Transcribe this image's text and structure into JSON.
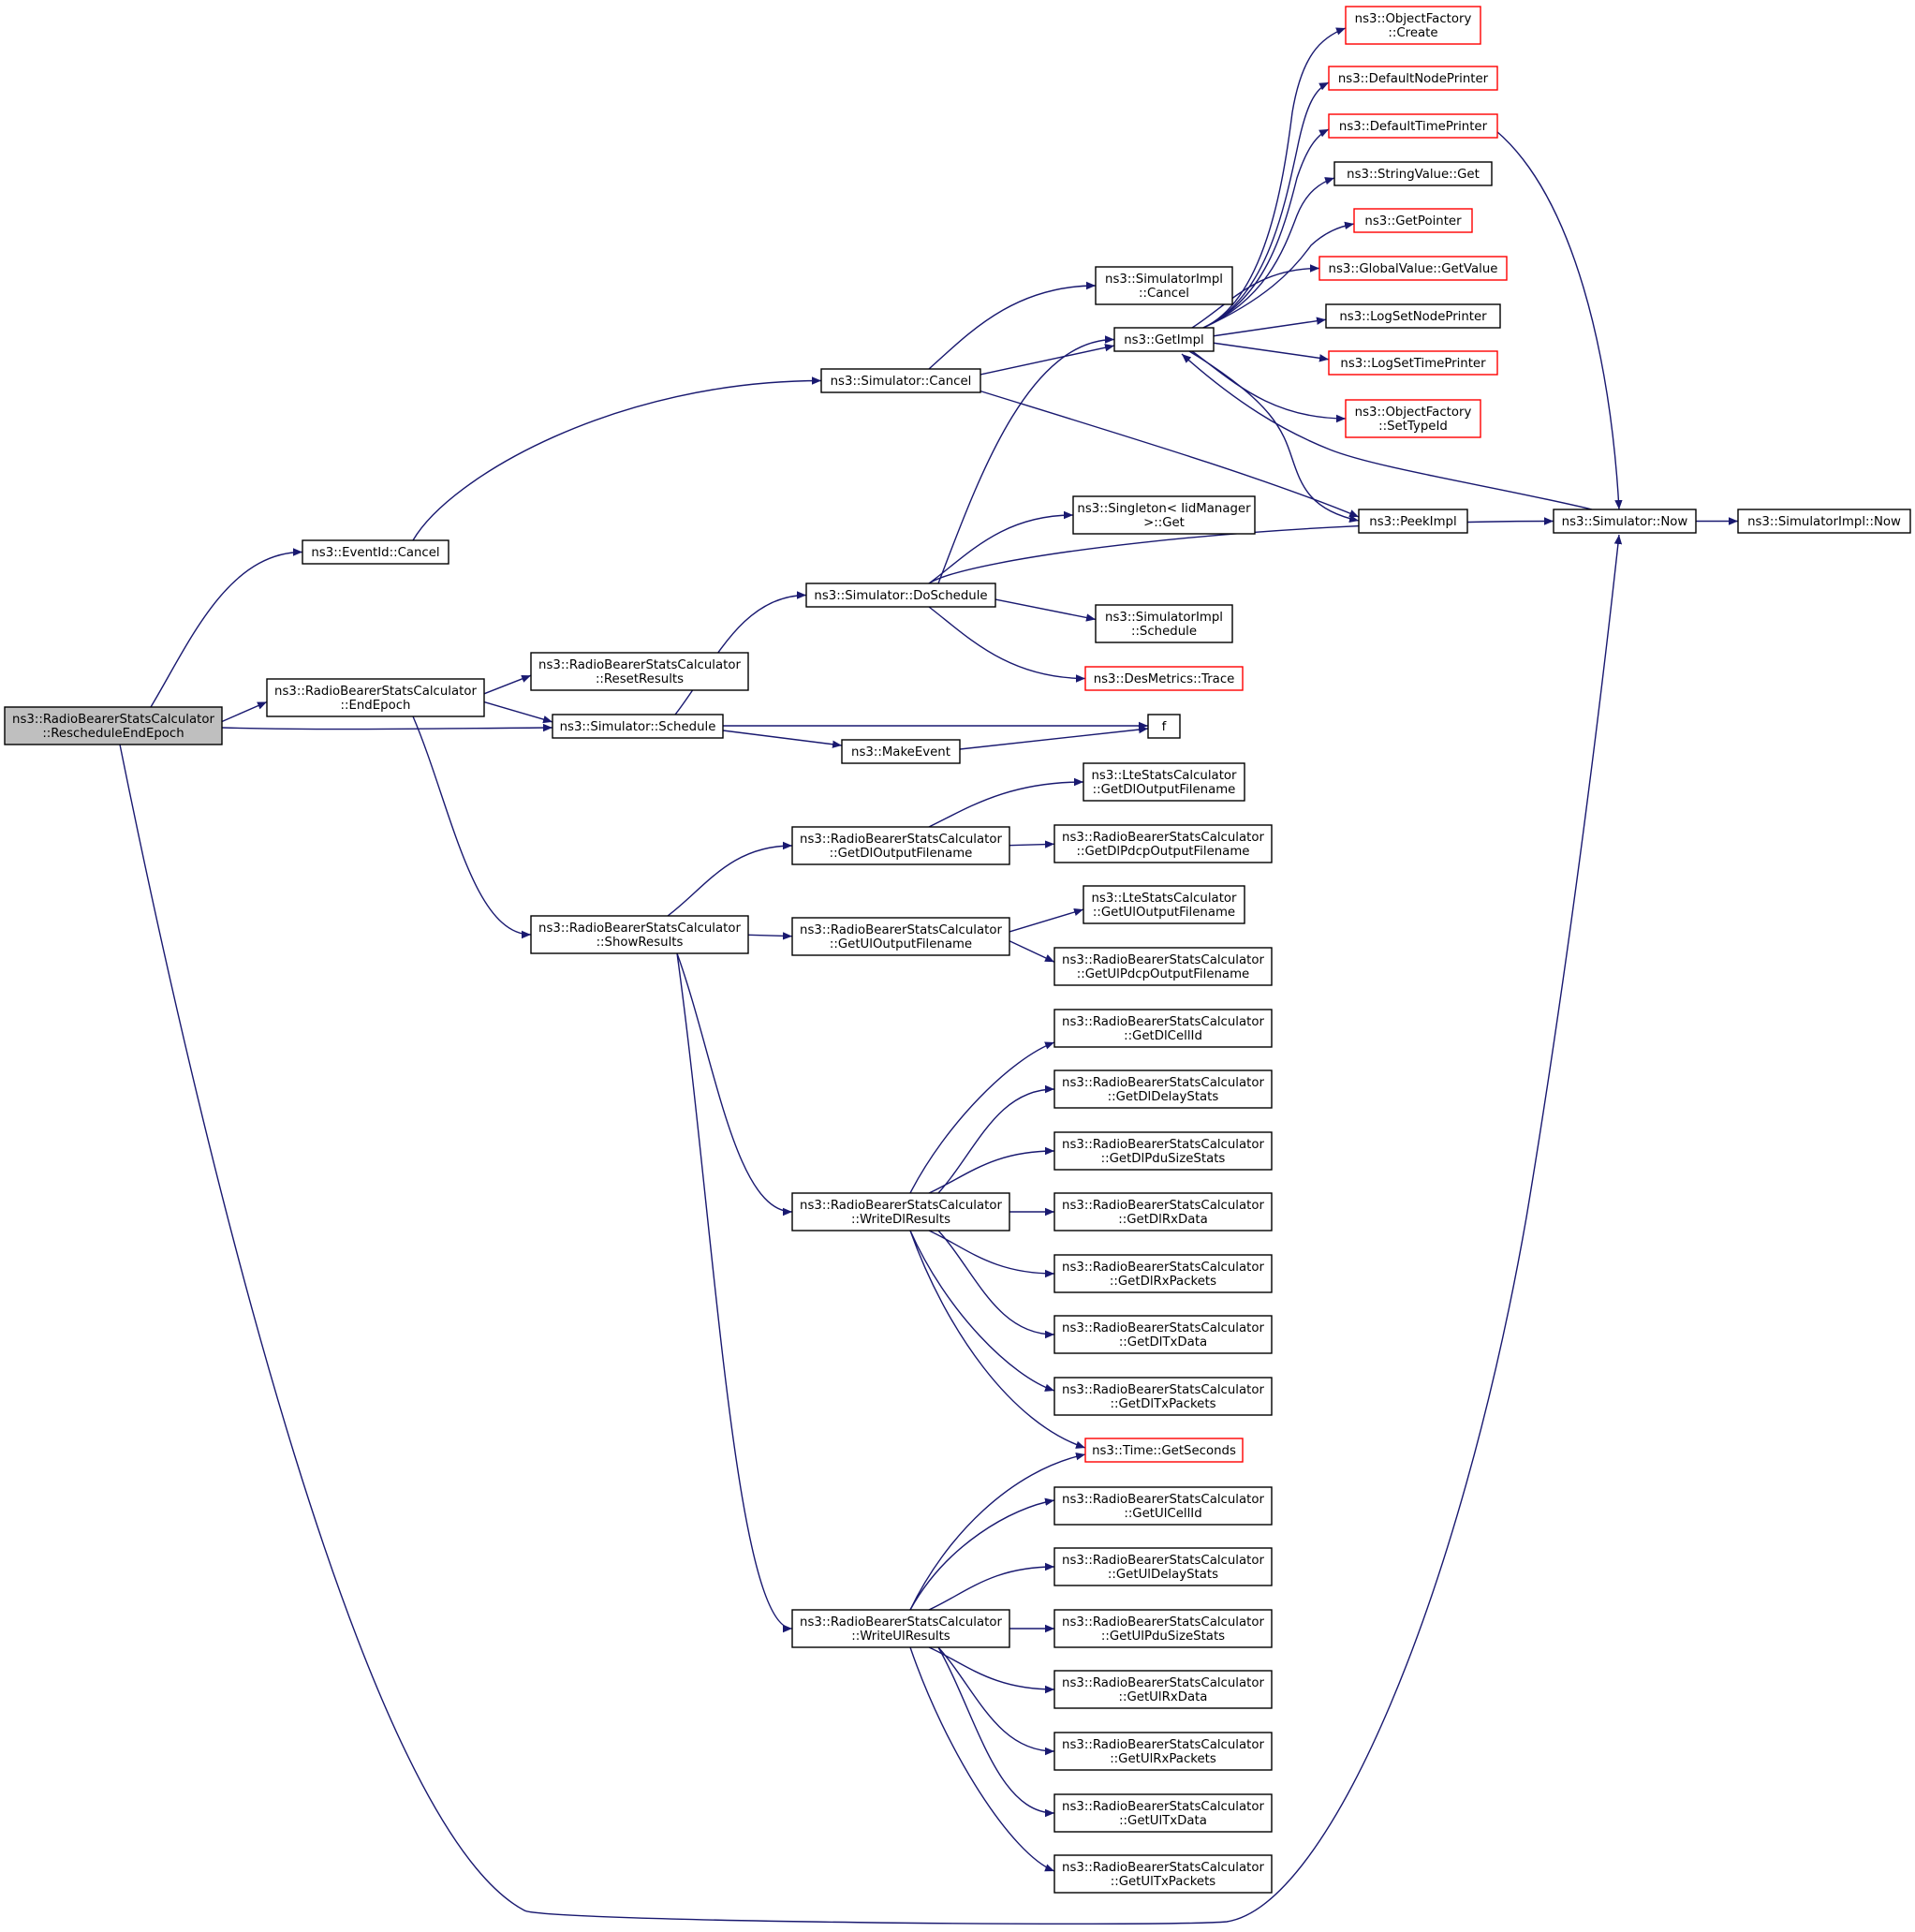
{
  "colors": {
    "edge": "#191970",
    "border": "#000000",
    "truncated_border": "#ff0000",
    "root_fill": "#bfbfbf",
    "background": "#ffffff"
  },
  "nodes": {
    "root": {
      "lines": [
        "ns3::RadioBearerStatsCalculator",
        "::RescheduleEndEpoch"
      ],
      "kind": "root"
    },
    "eventid_cancel": {
      "lines": [
        "ns3::EventId::Cancel"
      ],
      "kind": "normal"
    },
    "endepoch": {
      "lines": [
        "ns3::RadioBearerStatsCalculator",
        "::EndEpoch"
      ],
      "kind": "normal"
    },
    "resetresults": {
      "lines": [
        "ns3::RadioBearerStatsCalculator",
        "::ResetResults"
      ],
      "kind": "normal"
    },
    "sim_schedule": {
      "lines": [
        "ns3::Simulator::Schedule"
      ],
      "kind": "normal"
    },
    "showresults": {
      "lines": [
        "ns3::RadioBearerStatsCalculator",
        "::ShowResults"
      ],
      "kind": "normal"
    },
    "sim_cancel": {
      "lines": [
        "ns3::Simulator::Cancel"
      ],
      "kind": "normal"
    },
    "sim_doschedule": {
      "lines": [
        "ns3::Simulator::DoSchedule"
      ],
      "kind": "normal"
    },
    "makeevent": {
      "lines": [
        "ns3::MakeEvent"
      ],
      "kind": "normal"
    },
    "getdloutputfilename": {
      "lines": [
        "ns3::RadioBearerStatsCalculator",
        "::GetDlOutputFilename"
      ],
      "kind": "normal"
    },
    "getuloutputfilename": {
      "lines": [
        "ns3::RadioBearerStatsCalculator",
        "::GetUlOutputFilename"
      ],
      "kind": "normal"
    },
    "writedlresults": {
      "lines": [
        "ns3::RadioBearerStatsCalculator",
        "::WriteDlResults"
      ],
      "kind": "normal"
    },
    "writeulresults": {
      "lines": [
        "ns3::RadioBearerStatsCalculator",
        "::WriteUlResults"
      ],
      "kind": "normal"
    },
    "simimpl_cancel": {
      "lines": [
        "ns3::SimulatorImpl",
        "::Cancel"
      ],
      "kind": "normal"
    },
    "getimpl": {
      "lines": [
        "ns3::GetImpl"
      ],
      "kind": "normal"
    },
    "singleton_get": {
      "lines": [
        "ns3::Singleton< IidManager",
        " >::Get"
      ],
      "kind": "normal"
    },
    "simimpl_schedule": {
      "lines": [
        "ns3::SimulatorImpl",
        "::Schedule"
      ],
      "kind": "normal"
    },
    "desmetrics_trace": {
      "lines": [
        "ns3::DesMetrics::Trace"
      ],
      "kind": "trunc"
    },
    "f": {
      "lines": [
        "f"
      ],
      "kind": "normal"
    },
    "lte_getdloutput": {
      "lines": [
        "ns3::LteStatsCalculator",
        "::GetDlOutputFilename"
      ],
      "kind": "normal"
    },
    "getdlpdcp": {
      "lines": [
        "ns3::RadioBearerStatsCalculator",
        "::GetDlPdcpOutputFilename"
      ],
      "kind": "normal"
    },
    "lte_getuloutput": {
      "lines": [
        "ns3::LteStatsCalculator",
        "::GetUlOutputFilename"
      ],
      "kind": "normal"
    },
    "getulpdcp": {
      "lines": [
        "ns3::RadioBearerStatsCalculator",
        "::GetUlPdcpOutputFilename"
      ],
      "kind": "normal"
    },
    "getdlcellid": {
      "lines": [
        "ns3::RadioBearerStatsCalculator",
        "::GetDlCellId"
      ],
      "kind": "normal"
    },
    "getdldelaystats": {
      "lines": [
        "ns3::RadioBearerStatsCalculator",
        "::GetDlDelayStats"
      ],
      "kind": "normal"
    },
    "getdlpdusizestats": {
      "lines": [
        "ns3::RadioBearerStatsCalculator",
        "::GetDlPduSizeStats"
      ],
      "kind": "normal"
    },
    "getdlrxdata": {
      "lines": [
        "ns3::RadioBearerStatsCalculator",
        "::GetDlRxData"
      ],
      "kind": "normal"
    },
    "getdlrxpackets": {
      "lines": [
        "ns3::RadioBearerStatsCalculator",
        "::GetDlRxPackets"
      ],
      "kind": "normal"
    },
    "getdltxdata": {
      "lines": [
        "ns3::RadioBearerStatsCalculator",
        "::GetDlTxData"
      ],
      "kind": "normal"
    },
    "getdltxpackets": {
      "lines": [
        "ns3::RadioBearerStatsCalculator",
        "::GetDlTxPackets"
      ],
      "kind": "normal"
    },
    "time_getseconds": {
      "lines": [
        "ns3::Time::GetSeconds"
      ],
      "kind": "trunc"
    },
    "getulcellid": {
      "lines": [
        "ns3::RadioBearerStatsCalculator",
        "::GetUlCellId"
      ],
      "kind": "normal"
    },
    "getuldelaystats": {
      "lines": [
        "ns3::RadioBearerStatsCalculator",
        "::GetUlDelayStats"
      ],
      "kind": "normal"
    },
    "getulpdusizestats": {
      "lines": [
        "ns3::RadioBearerStatsCalculator",
        "::GetUlPduSizeStats"
      ],
      "kind": "normal"
    },
    "getulrxdata": {
      "lines": [
        "ns3::RadioBearerStatsCalculator",
        "::GetUlRxData"
      ],
      "kind": "normal"
    },
    "getulrxpackets": {
      "lines": [
        "ns3::RadioBearerStatsCalculator",
        "::GetUlRxPackets"
      ],
      "kind": "normal"
    },
    "getultxdata": {
      "lines": [
        "ns3::RadioBearerStatsCalculator",
        "::GetUlTxData"
      ],
      "kind": "normal"
    },
    "getultxpackets": {
      "lines": [
        "ns3::RadioBearerStatsCalculator",
        "::GetUlTxPackets"
      ],
      "kind": "normal"
    },
    "objfactory_create": {
      "lines": [
        "ns3::ObjectFactory",
        "::Create"
      ],
      "kind": "trunc"
    },
    "defaultnodeprinter": {
      "lines": [
        "ns3::DefaultNodePrinter"
      ],
      "kind": "trunc"
    },
    "defaulttimeprinter": {
      "lines": [
        "ns3::DefaultTimePrinter"
      ],
      "kind": "trunc"
    },
    "stringvalue_get": {
      "lines": [
        "ns3::StringValue::Get"
      ],
      "kind": "normal"
    },
    "getpointer": {
      "lines": [
        "ns3::GetPointer"
      ],
      "kind": "trunc"
    },
    "globalvalue_getvalue": {
      "lines": [
        "ns3::GlobalValue::GetValue"
      ],
      "kind": "trunc"
    },
    "logsetnodeprinter": {
      "lines": [
        "ns3::LogSetNodePrinter"
      ],
      "kind": "normal"
    },
    "logsettimeprinter": {
      "lines": [
        "ns3::LogSetTimePrinter"
      ],
      "kind": "trunc"
    },
    "objfactory_settypeid": {
      "lines": [
        "ns3::ObjectFactory",
        "::SetTypeId"
      ],
      "kind": "trunc"
    },
    "peekimpl": {
      "lines": [
        "ns3::PeekImpl"
      ],
      "kind": "normal"
    },
    "sim_now": {
      "lines": [
        "ns3::Simulator::Now"
      ],
      "kind": "normal"
    },
    "simimpl_now": {
      "lines": [
        "ns3::SimulatorImpl::Now"
      ],
      "kind": "normal"
    }
  },
  "edges": [
    [
      "root",
      "eventid_cancel"
    ],
    [
      "root",
      "endepoch"
    ],
    [
      "root",
      "sim_schedule"
    ],
    [
      "root",
      "sim_now"
    ],
    [
      "eventid_cancel",
      "sim_cancel"
    ],
    [
      "endepoch",
      "resetresults"
    ],
    [
      "endepoch",
      "sim_schedule"
    ],
    [
      "endepoch",
      "showresults"
    ],
    [
      "sim_cancel",
      "simimpl_cancel"
    ],
    [
      "sim_cancel",
      "getimpl"
    ],
    [
      "sim_cancel",
      "peekimpl"
    ],
    [
      "sim_schedule",
      "sim_doschedule"
    ],
    [
      "sim_schedule",
      "f"
    ],
    [
      "sim_schedule",
      "makeevent"
    ],
    [
      "sim_doschedule",
      "getimpl"
    ],
    [
      "sim_doschedule",
      "singleton_get"
    ],
    [
      "sim_doschedule",
      "sim_now"
    ],
    [
      "sim_doschedule",
      "simimpl_schedule"
    ],
    [
      "sim_doschedule",
      "desmetrics_trace"
    ],
    [
      "makeevent",
      "f"
    ],
    [
      "getimpl",
      "objfactory_create"
    ],
    [
      "getimpl",
      "defaultnodeprinter"
    ],
    [
      "getimpl",
      "defaulttimeprinter"
    ],
    [
      "getimpl",
      "stringvalue_get"
    ],
    [
      "getimpl",
      "getpointer"
    ],
    [
      "getimpl",
      "globalvalue_getvalue"
    ],
    [
      "getimpl",
      "logsetnodeprinter"
    ],
    [
      "getimpl",
      "logsettimeprinter"
    ],
    [
      "getimpl",
      "objfactory_settypeid"
    ],
    [
      "getimpl",
      "peekimpl"
    ],
    [
      "defaulttimeprinter",
      "sim_now"
    ],
    [
      "sim_now",
      "getimpl"
    ],
    [
      "sim_now",
      "simimpl_now"
    ],
    [
      "showresults",
      "getdloutputfilename"
    ],
    [
      "showresults",
      "getuloutputfilename"
    ],
    [
      "showresults",
      "writedlresults"
    ],
    [
      "showresults",
      "writeulresults"
    ],
    [
      "getdloutputfilename",
      "lte_getdloutput"
    ],
    [
      "getdloutputfilename",
      "getdlpdcp"
    ],
    [
      "getuloutputfilename",
      "lte_getuloutput"
    ],
    [
      "getuloutputfilename",
      "getulpdcp"
    ],
    [
      "writedlresults",
      "getdlcellid"
    ],
    [
      "writedlresults",
      "getdldelaystats"
    ],
    [
      "writedlresults",
      "getdlpdusizestats"
    ],
    [
      "writedlresults",
      "getdlrxdata"
    ],
    [
      "writedlresults",
      "getdlrxpackets"
    ],
    [
      "writedlresults",
      "getdltxdata"
    ],
    [
      "writedlresults",
      "getdltxpackets"
    ],
    [
      "writedlresults",
      "time_getseconds"
    ],
    [
      "writeulresults",
      "time_getseconds"
    ],
    [
      "writeulresults",
      "getulcellid"
    ],
    [
      "writeulresults",
      "getuldelaystats"
    ],
    [
      "writeulresults",
      "getulpdusizestats"
    ],
    [
      "writeulresults",
      "getulrxdata"
    ],
    [
      "writeulresults",
      "getulrxpackets"
    ],
    [
      "writeulresults",
      "getultxdata"
    ],
    [
      "writeulresults",
      "getultxpackets"
    ]
  ]
}
